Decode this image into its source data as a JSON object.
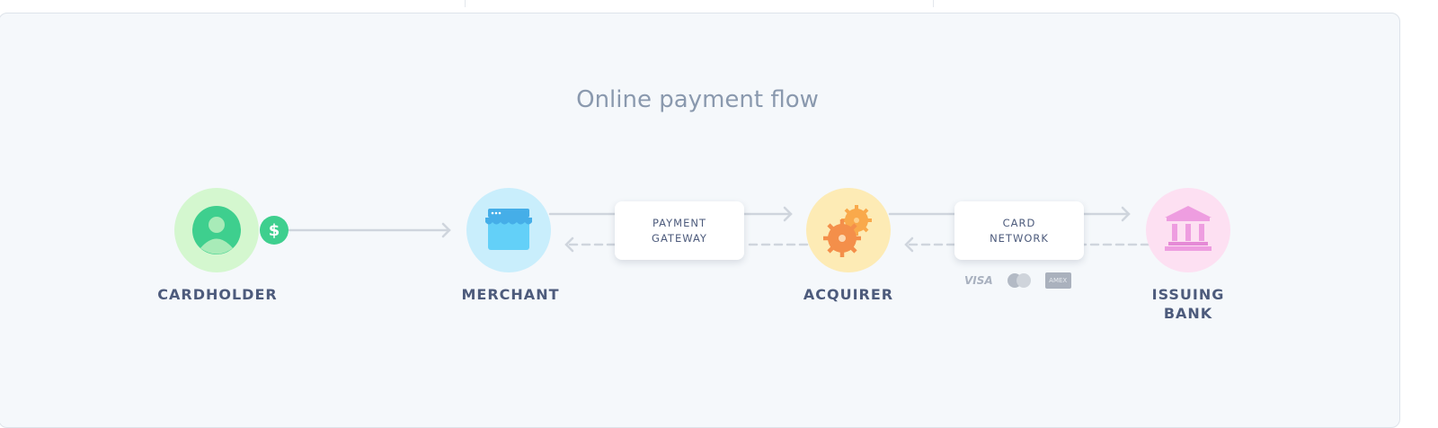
{
  "title": "Online payment flow",
  "nodes": {
    "cardholder": "CARDHOLDER",
    "merchant": "MERCHANT",
    "acquirer": "ACQUIRER",
    "issuing_bank_line1": "ISSUING",
    "issuing_bank_line2": "BANK"
  },
  "boxes": {
    "payment_gateway_line1": "PAYMENT",
    "payment_gateway_line2": "GATEWAY",
    "card_network_line1": "CARD",
    "card_network_line2": "NETWORK"
  },
  "currency_symbol": "$",
  "card_logos": {
    "visa": "VISA",
    "amex": "AMEX"
  },
  "colors": {
    "cardholder": "#d4f7cf",
    "merchant": "#c9eefc",
    "acquirer": "#fdebb5",
    "bank": "#fde0f2",
    "line": "#cfd5dd"
  }
}
